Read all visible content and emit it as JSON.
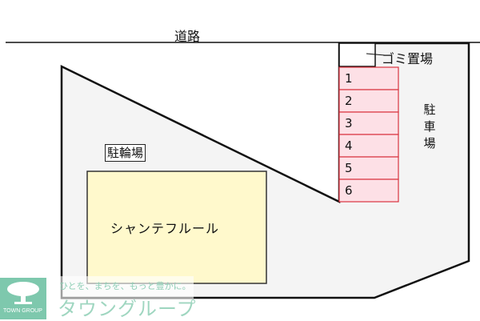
{
  "diagram": {
    "road_label": "道路",
    "bicycle_parking_label": "駐輪場",
    "building_name": "シャンテフルール",
    "garbage_label": "ゴミ置場",
    "parking_label": "駐車場",
    "parking_slots": [
      "1",
      "2",
      "3",
      "4",
      "5",
      "6"
    ],
    "colors": {
      "lot_fill": "#f4f4f4",
      "building_fill": "#fff9cc",
      "slot_fill": "#fde0e6",
      "slot_stroke": "#d9343f",
      "logo_green": "#7ec8ad"
    }
  },
  "watermark": {
    "logo_text": "TOWN GROUP",
    "tagline": "ひとを、まちを、もっと豊かに。",
    "brand": "タウングループ"
  }
}
